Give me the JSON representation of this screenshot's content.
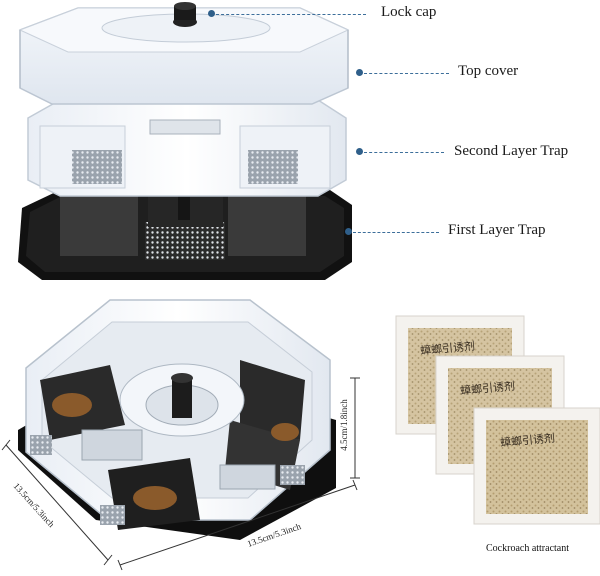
{
  "callouts": {
    "lock_cap": "Lock cap",
    "top_cover": "Top cover",
    "second_layer": "Second Layer Trap",
    "first_layer": "First Layer Trap"
  },
  "dimensions": {
    "height": "4.5cm/1.8inch",
    "depth": "13.5cm/5.3inch",
    "width": "13.5cm/5.3inch"
  },
  "attractant": {
    "caption": "Cockroach attractant",
    "packet_text": "蟑螂引诱剂"
  }
}
